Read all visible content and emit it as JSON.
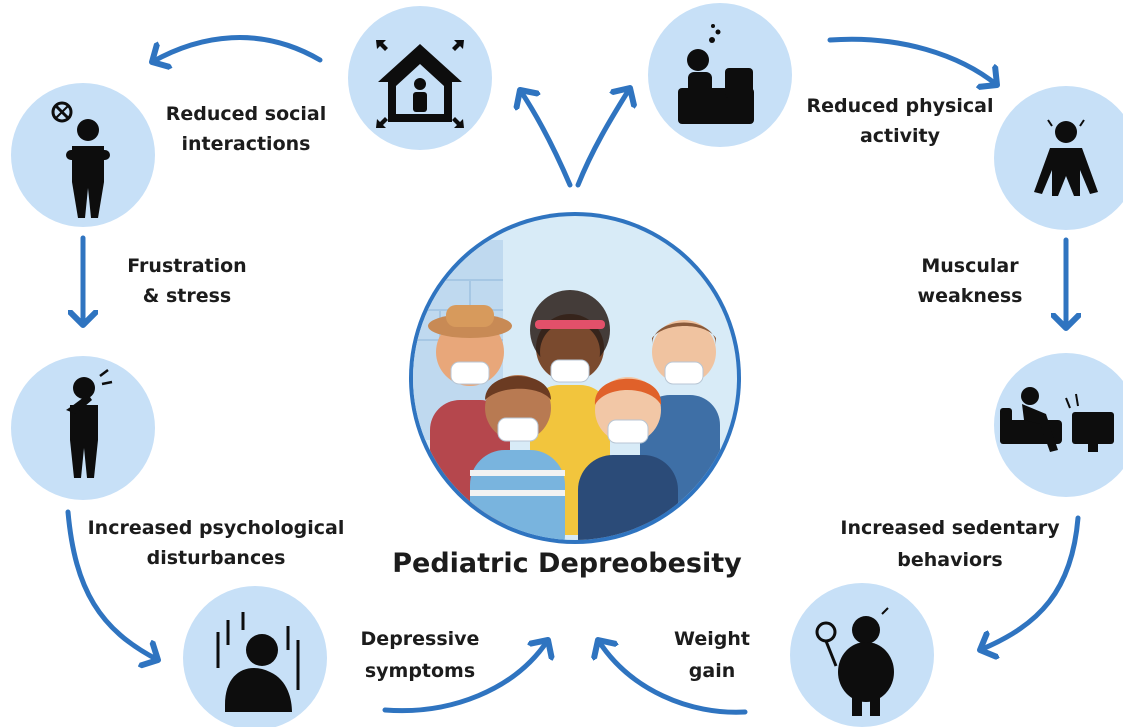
{
  "title": "Pediatric Depreobesity",
  "labels": {
    "social_1": "Reduced social",
    "social_2": "interactions",
    "physical_1": "Reduced physical",
    "physical_2": "activity",
    "frustration_1": "Frustration",
    "frustration_2": "& stress",
    "weakness_1": "Muscular",
    "weakness_2": "weakness",
    "psych_1": "Increased psychological",
    "psych_2": "disturbances",
    "sedentary_1": "Increased sedentary",
    "sedentary_2": "behaviors",
    "depressive_1": "Depressive",
    "depressive_2": "symptoms",
    "weight_1": "Weight",
    "weight_2": "gain"
  },
  "colors": {
    "arrow": "#2f74c0",
    "circle_fill": "#c7e0f7",
    "icon": "#0d0d0d",
    "text": "#1c1c1c"
  },
  "icons": [
    "house-lockdown-icon",
    "person-on-couch-icon",
    "isolated-person-icon",
    "weak-person-icon",
    "stressed-person-icon",
    "couch-tv-icon",
    "sad-child-icon",
    "obese-child-lollipop-icon",
    "masked-children-illustration"
  ]
}
